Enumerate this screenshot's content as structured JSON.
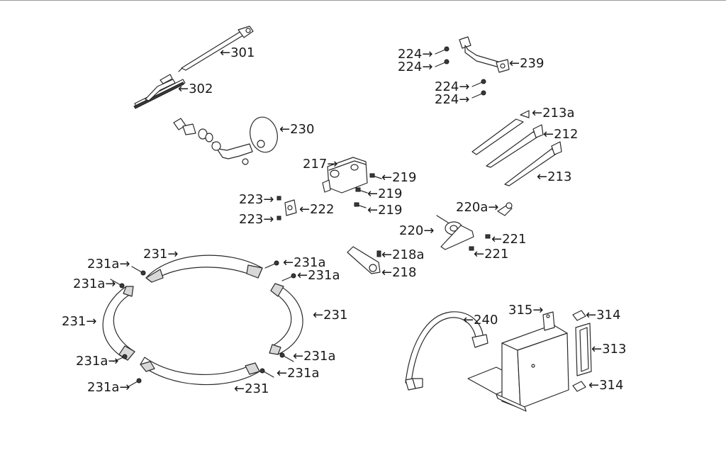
{
  "callouts": [
    {
      "id": "c301",
      "text": "←301"
    },
    {
      "id": "c302",
      "text": "←302"
    },
    {
      "id": "c230",
      "text": "←230"
    },
    {
      "id": "c217",
      "text": "217→"
    },
    {
      "id": "c219a",
      "text": "←219"
    },
    {
      "id": "c219b",
      "text": "←219"
    },
    {
      "id": "c219c",
      "text": "←219"
    },
    {
      "id": "c223a",
      "text": "223→"
    },
    {
      "id": "c223b",
      "text": "223→"
    },
    {
      "id": "c222",
      "text": "←222"
    },
    {
      "id": "c224a",
      "text": "224→"
    },
    {
      "id": "c224b",
      "text": "224→"
    },
    {
      "id": "c224c",
      "text": "224→"
    },
    {
      "id": "c224d",
      "text": "224→"
    },
    {
      "id": "c239",
      "text": "←239"
    },
    {
      "id": "c213a",
      "text": "←213a"
    },
    {
      "id": "c212",
      "text": "←212"
    },
    {
      "id": "c213",
      "text": "←213"
    },
    {
      "id": "c220a",
      "text": "220a→"
    },
    {
      "id": "c220",
      "text": "220→"
    },
    {
      "id": "c221a",
      "text": "←221"
    },
    {
      "id": "c221b",
      "text": "←221"
    },
    {
      "id": "c218a",
      "text": "←218a"
    },
    {
      "id": "c218",
      "text": "←218"
    },
    {
      "id": "c231top",
      "text": "231→"
    },
    {
      "id": "c231a1",
      "text": "231a→"
    },
    {
      "id": "c231a2",
      "text": "←231a"
    },
    {
      "id": "c231a3",
      "text": "231a→"
    },
    {
      "id": "c231a4",
      "text": "←231a"
    },
    {
      "id": "c231left",
      "text": "231→"
    },
    {
      "id": "c231right",
      "text": "←231"
    },
    {
      "id": "c231a5",
      "text": "231a→"
    },
    {
      "id": "c231a6",
      "text": "←231a"
    },
    {
      "id": "c231a7",
      "text": "231a→"
    },
    {
      "id": "c231a8",
      "text": "←231a"
    },
    {
      "id": "c231bottom",
      "text": "←231"
    },
    {
      "id": "c240",
      "text": "←240"
    },
    {
      "id": "c315",
      "text": "315→"
    },
    {
      "id": "c314a",
      "text": "←314"
    },
    {
      "id": "c313",
      "text": "←313"
    },
    {
      "id": "c314b",
      "text": "←314"
    }
  ]
}
